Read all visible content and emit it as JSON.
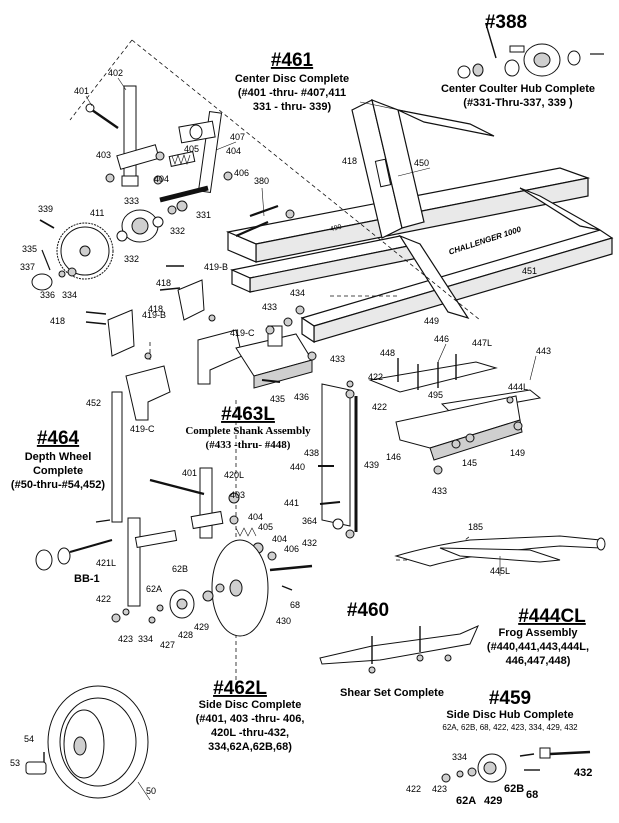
{
  "assemblies": {
    "a461": {
      "code": "#461",
      "line1": "Center Disc Complete",
      "line2": "(#401 -thru- #407,411",
      "line3": "331 - thru- 339)"
    },
    "a388": {
      "code": "#388",
      "line1": "Center Coulter Hub Complete",
      "line2": "(#331-Thru-337, 339 )"
    },
    "a464": {
      "code": "#464",
      "line1": "Depth Wheel",
      "line2": "Complete",
      "line3": "(#50-thru-#54,452)"
    },
    "a463L": {
      "code": "#463L",
      "line1": "Complete Shank Assembly",
      "line2": "(#433 -thru- #448)"
    },
    "a460": {
      "code": "#460",
      "line1": "Shear Set Complete"
    },
    "a444CL": {
      "code": "#444CL",
      "line1": "Frog Assembly",
      "line2": "(#440,441,443,444L,",
      "line3": "446,447,448)"
    },
    "a462L": {
      "code": "#462L",
      "line1": "Side Disc Complete",
      "line2": "(#401, 403 -thru- 406,",
      "line3": "420L -thru-432,",
      "line4": "334,62A,62B,68)"
    },
    "a459": {
      "code": "#459",
      "line1": "Side Disc Hub Complete",
      "line2": "62A, 62B, 68, 422, 423, 334, 429, 432"
    }
  },
  "frame_decals": {
    "model": "CHALLENGER 1000",
    "small": "490"
  },
  "part_numbers": {
    "p402": "402",
    "p401a": "401",
    "p403a": "403",
    "p404a": "404",
    "p405a": "405",
    "p404b": "404",
    "p406a": "406",
    "p407": "407",
    "p380": "380",
    "p418a": "418",
    "p450": "450",
    "p339": "339",
    "p411": "411",
    "p333": "333",
    "p331": "331",
    "p332a": "332",
    "p332b": "332",
    "p335": "335",
    "p337": "337",
    "p336": "336",
    "p334a": "334",
    "p418b": "418",
    "p419Ba": "419-B",
    "p418c": "418",
    "p419Bb": "419-B",
    "p418d": "418",
    "p419C": "419-C",
    "p434": "434",
    "p433a": "433",
    "p433b": "433",
    "p435": "435",
    "p436": "436",
    "p419Cb": "419-C",
    "p449": "449",
    "p451": "451",
    "p448": "448",
    "p446": "446",
    "p447L": "447L",
    "p443": "443",
    "p422a": "422",
    "p422b": "422",
    "p495": "495",
    "p444L": "444L",
    "p146": "146",
    "p145": "145",
    "p149": "149",
    "p433c": "433",
    "p438": "438",
    "p439": "439",
    "p440": "440",
    "p441": "441",
    "p364": "364",
    "p185": "185",
    "p445L": "445L",
    "p452": "452",
    "p401b": "401",
    "p420L": "420L",
    "p403b": "403",
    "p404c": "404",
    "p405b": "405",
    "p404d": "404",
    "p406b": "406",
    "p432a": "432",
    "p421L": "421L",
    "p62B": "62B",
    "p62A": "62A",
    "p68a": "68",
    "p430": "430",
    "p429": "429",
    "p428": "428",
    "p427": "427",
    "p334b": "334",
    "p423": "423",
    "p422c": "422",
    "pBB1": "BB-1",
    "p54": "54",
    "p53": "53",
    "p50": "50",
    "h334": "334",
    "h422": "422",
    "h423": "423",
    "h62A": "62A",
    "h429": "429",
    "h62B": "62B",
    "h68": "68",
    "h432": "432"
  }
}
